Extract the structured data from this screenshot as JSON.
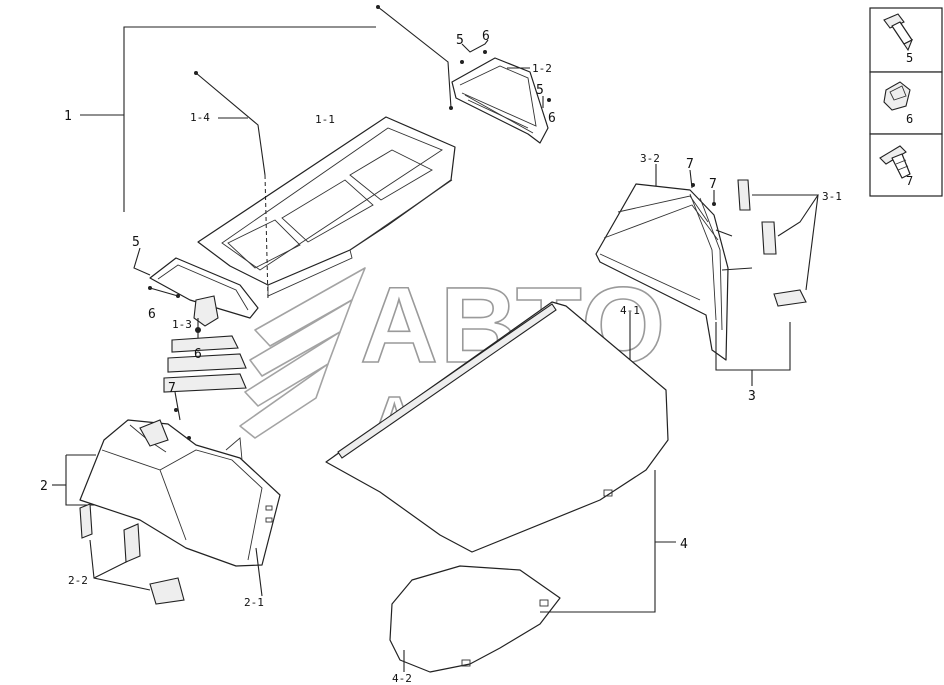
{
  "watermark": {
    "line1": "АВТО",
    "line2": "АЛЬЯНС",
    "color": "#9a9a9a"
  },
  "labels": {
    "p1": "1",
    "p1_1": "1-1",
    "p1_2": "1-2",
    "p1_3": "1-3",
    "p1_4": "1-4",
    "p2": "2",
    "p2_1": "2-1",
    "p2_2": "2-2",
    "p3": "3",
    "p3_1": "3-1",
    "p3_2": "3-2",
    "p4": "4",
    "p4_1": "4-1",
    "p4_2": "4-2",
    "f5a": "5",
    "f6a": "6",
    "f5b": "5",
    "f6b": "6",
    "f5c": "5",
    "f6c": "6",
    "f6d": "6",
    "f7a": "7",
    "f7b": "7",
    "f7c": "7"
  },
  "legend": {
    "items": [
      {
        "number": "5",
        "icon": "push-rivet-icon"
      },
      {
        "number": "6",
        "icon": "clip-nut-icon"
      },
      {
        "number": "7",
        "icon": "trim-clip-icon"
      }
    ]
  }
}
